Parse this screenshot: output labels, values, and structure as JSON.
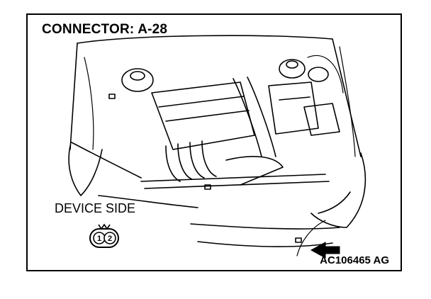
{
  "diagram": {
    "title": "CONNECTOR: A-28",
    "device_side_label": "DEVICE SIDE",
    "connector_pins": [
      "1",
      "2"
    ],
    "figure_id": "AC106465 AG"
  }
}
